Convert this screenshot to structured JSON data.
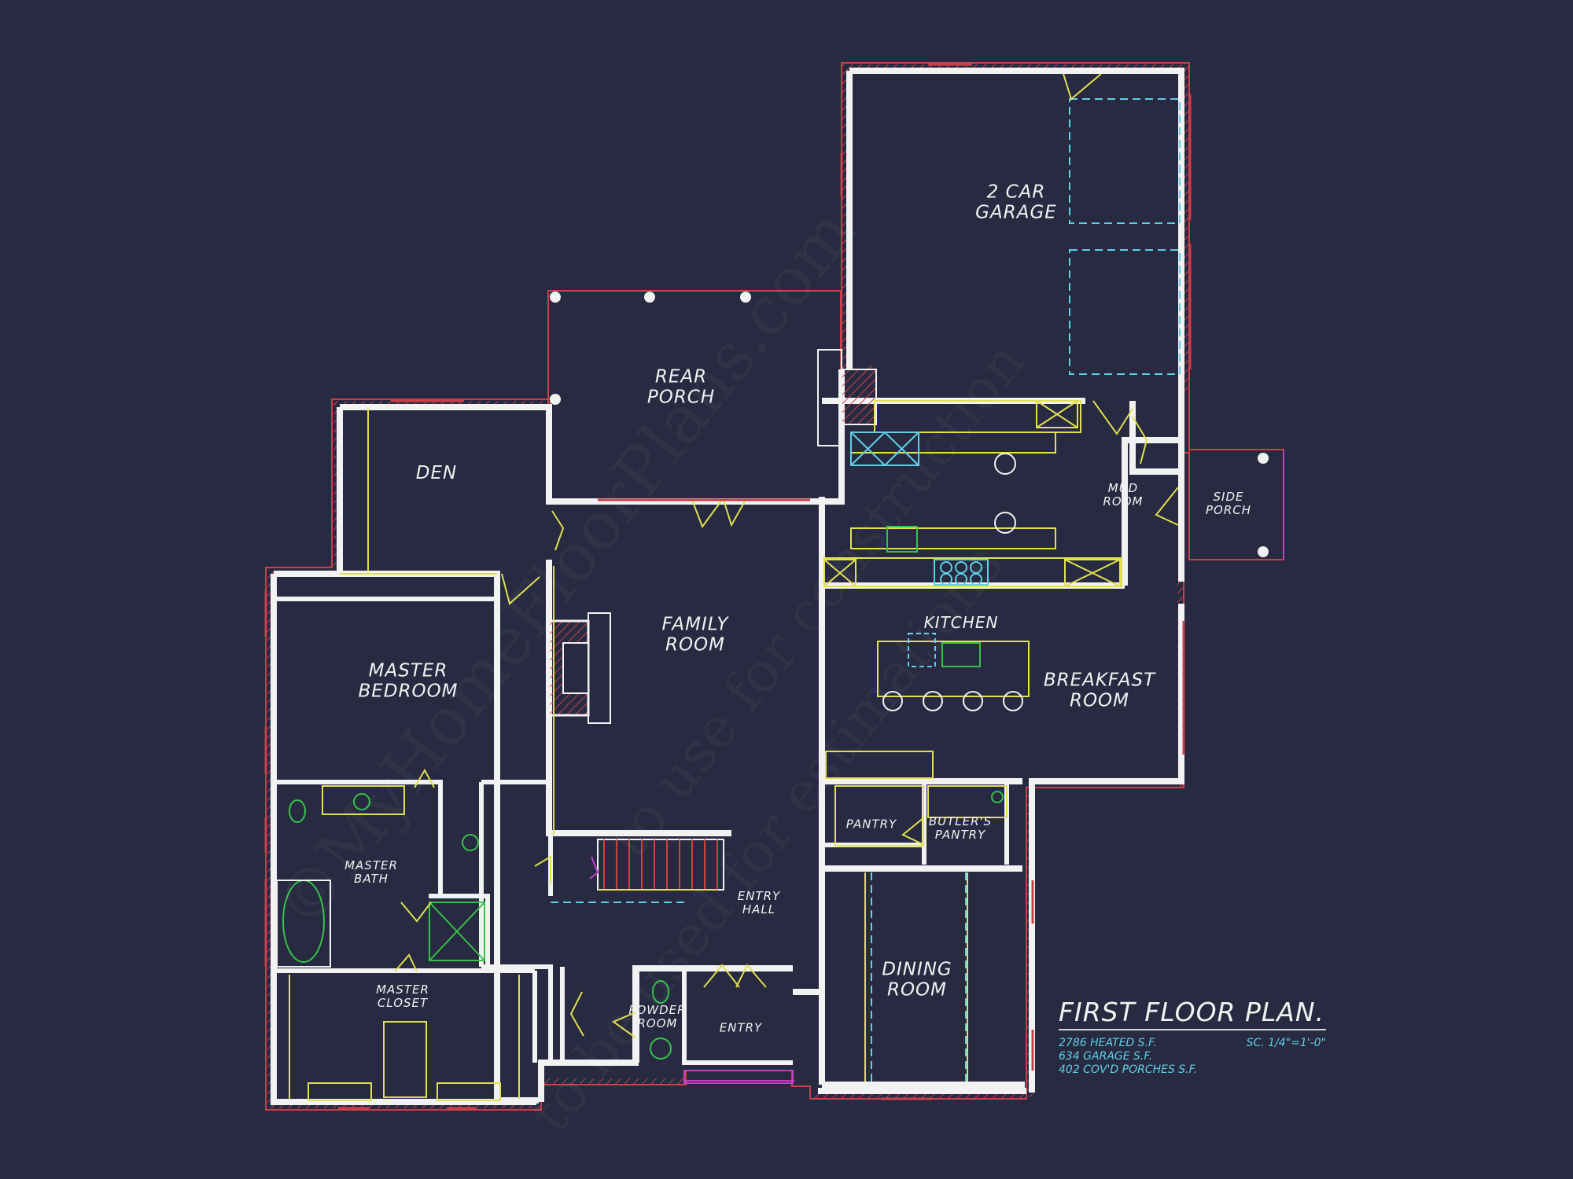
{
  "colors": {
    "background": "#272a40",
    "wall": "#f2f2f2",
    "wall_hatch": "#c8404a",
    "fixture": "#e0e050",
    "cabinet_blue": "#5fd0e6",
    "fixture_green": "#36c24a",
    "stair_red": "#d2403a",
    "accent_magenta": "#c040c8",
    "label": "#f2f2f2"
  },
  "rooms": {
    "garage": [
      "2 CAR",
      "GARAGE"
    ],
    "rear_porch": [
      "REAR",
      "PORCH"
    ],
    "den": "DEN",
    "mud_room": [
      "MUD",
      "ROOM"
    ],
    "side_porch": [
      "SIDE",
      "PORCH"
    ],
    "family_room": [
      "FAMILY",
      "ROOM"
    ],
    "kitchen": "KITCHEN",
    "master_bedroom": [
      "MASTER",
      "BEDROOM"
    ],
    "breakfast_room": [
      "BREAKFAST",
      "ROOM"
    ],
    "pantry": "PANTRY",
    "butlers_pantry": [
      "BUTLER'S",
      "PANTRY"
    ],
    "master_bath": [
      "MASTER",
      "BATH"
    ],
    "entry_hall": [
      "ENTRY",
      "HALL"
    ],
    "dining_room": [
      "DINING",
      "ROOM"
    ],
    "master_closet": [
      "MASTER",
      "CLOSET"
    ],
    "powder_room": [
      "POWDER",
      "ROOM"
    ],
    "entry": "ENTRY"
  },
  "title_block": {
    "title": "FIRST FLOOR PLAN.",
    "stats": [
      "2786 HEATED S.F.",
      "634 GARAGE S.F.",
      "402 COV'D PORCHES S.F."
    ],
    "scale": "SC. 1/4\"=1'-0\""
  },
  "watermark": [
    "©MyHomeFloorPlans.com",
    "to use for construction",
    "to be used for estimations"
  ]
}
